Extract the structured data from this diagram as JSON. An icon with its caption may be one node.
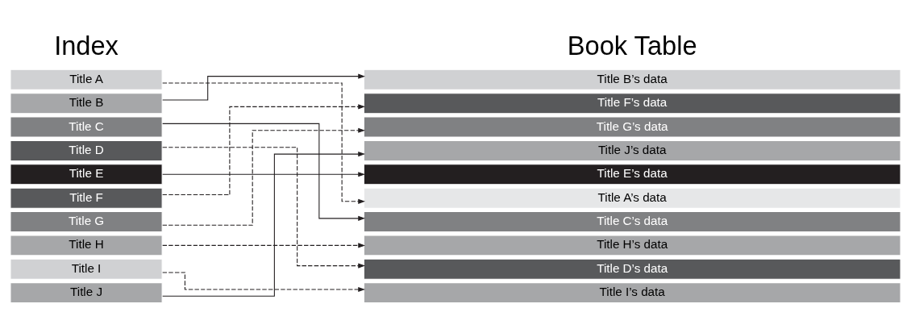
{
  "diagram": {
    "nodes": [
      {
        "text": [
          "Title A"
        ]
      },
      {
        "text": [
          "Title B"
        ]
      },
      {
        "text": [
          "Title C"
        ]
      },
      {
        "text": [
          "Title D"
        ]
      },
      {
        "text": [
          "Title E"
        ]
      },
      {
        "text": [
          "Title F"
        ]
      },
      {
        "text": [
          "Title G"
        ]
      },
      {
        "text": [
          "Title H"
        ]
      },
      {
        "text": [
          "Title I"
        ]
      },
      {
        "text": [
          "Title J"
        ]
      },
      {
        "text": [
          "Title B’s data"
        ]
      },
      {
        "text": [
          "Title F’s data"
        ]
      },
      {
        "text": [
          "Title G’s data"
        ]
      },
      {
        "text": [
          "Title J’s data"
        ]
      },
      {
        "text": [
          "Title E’s data"
        ]
      },
      {
        "text": [
          "Title A’s data"
        ]
      },
      {
        "text": [
          "Title C’s data"
        ]
      },
      {
        "text": [
          "Title H’s data"
        ]
      },
      {
        "text": [
          "Title D’s data"
        ]
      },
      {
        "text": [
          "Title I’s data"
        ]
      }
    ],
    "edges": [
      {
        "from": 0,
        "to": 15,
        "arrow": "to",
        "style": "dashed"
      },
      {
        "from": 1,
        "to": 10,
        "arrow": "to"
      },
      {
        "from": 2,
        "to": 16,
        "arrow": "to"
      },
      {
        "from": 3,
        "to": 18,
        "arrow": "to",
        "style": "dashed"
      },
      {
        "from": 4,
        "to": 14,
        "arrow": "to"
      },
      {
        "from": 5,
        "to": 11,
        "arrow": "to",
        "style": "dashed"
      },
      {
        "from": 6,
        "to": 12,
        "arrow": "to",
        "style": "dashed"
      },
      {
        "from": 7,
        "to": 17,
        "arrow": "to",
        "style": "dashed"
      },
      {
        "from": 8,
        "to": 19,
        "arrow": "to",
        "style": "dashed"
      },
      {
        "from": 9,
        "to": 13,
        "arrow": "to"
      }
    ],
    "labels": [
      "Index",
      "Book Table"
    ]
  }
}
